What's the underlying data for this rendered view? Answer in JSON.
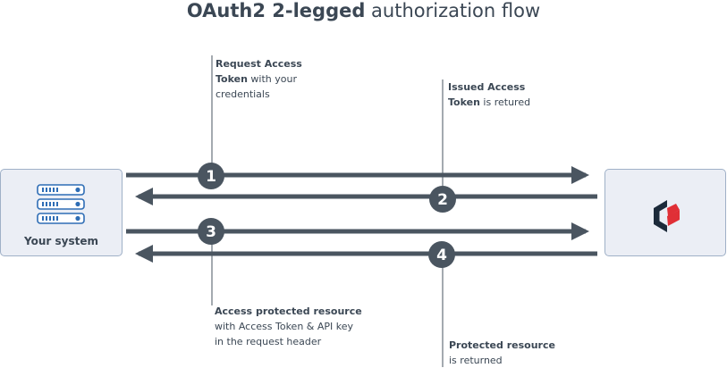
{
  "title": {
    "bold": "OAuth2 2-legged",
    "rest": " authorization flow"
  },
  "your_system": {
    "label": "Your system",
    "icon": "server-stack-icon"
  },
  "provider": {
    "icon": "provider-logo-icon"
  },
  "steps": [
    {
      "number": "1",
      "direction": "right",
      "note_bold_1": "Request Access",
      "note_bold_2": "Token",
      "note_rest_2": " with your",
      "note_line_3": "credentials"
    },
    {
      "number": "2",
      "direction": "left",
      "note_bold_1": "Issued Access",
      "note_bold_2": "Token",
      "note_rest_2": " is retured"
    },
    {
      "number": "3",
      "direction": "right",
      "note_bold_1": "Access protected resource",
      "note_line_2": "with Access Token & API key",
      "note_line_3": "in the request header"
    },
    {
      "number": "4",
      "direction": "left",
      "note_bold_1": "Protected resource",
      "note_line_2": "is returned"
    }
  ],
  "colors": {
    "arrow": "#4a5560",
    "box_fill": "#ebeef5",
    "box_border": "#9fb0c7",
    "server_blue": "#2e6db5",
    "logo_dark": "#1c2a3a",
    "logo_red": "#e02f36"
  }
}
